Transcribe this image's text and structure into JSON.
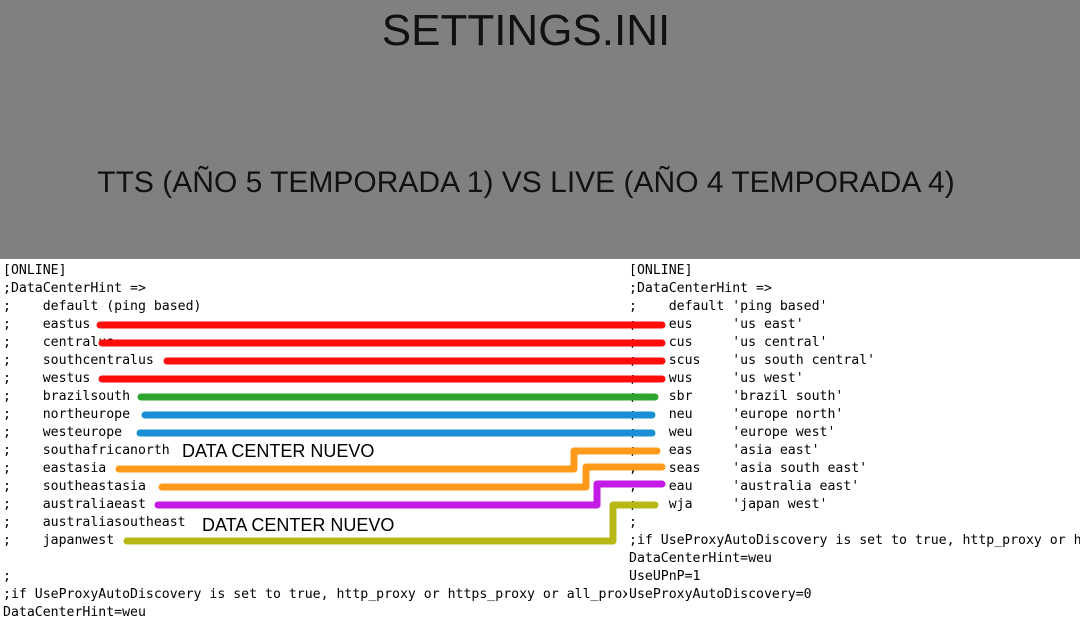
{
  "header": {
    "title": "SETTINGS.INI",
    "subtitle": "TTS (AÑO 5 TEMPORADA 1) VS LIVE (AÑO 4 TEMPORADA 4)"
  },
  "left_file": {
    "lines": [
      "[ONLINE]",
      ";DataCenterHint =>",
      ";    default (ping based)",
      ";    eastus",
      ";    centralus",
      ";    southcentralus",
      ";    westus",
      ";    brazilsouth",
      ";    northeurope",
      ";    westeurope",
      ";    southafricanorth",
      ";    eastasia",
      ";    southeastasia",
      ";    australiaeast",
      ";    australiasoutheast",
      ";    japanwest",
      "",
      ";",
      ";if UseProxyAutoDiscovery is set to true, http_proxy or https_proxy or all_proxy",
      "DataCenterHint=weu"
    ]
  },
  "right_file": {
    "lines": [
      "[ONLINE]",
      ";DataCenterHint =>",
      ";    default 'ping based'",
      ";    eus     'us east'",
      ";    cus     'us central'",
      ";    scus    'us south central'",
      ";    wus     'us west'",
      ";    sbr     'brazil south'",
      ";    neu     'europe north'",
      ";    weu     'europe west'",
      ";    eas     'asia east'",
      ";    seas    'asia south east'",
      ";    eau     'australia east'",
      ";    wja     'japan west'",
      ";",
      ";if UseProxyAutoDiscovery is set to true, http_proxy or https_proxy or all_proxy",
      "DataCenterHint=weu",
      "UseUPnP=1",
      "UseProxyAutoDiscovery=0"
    ]
  },
  "annotations": {
    "new_dc_1": "DATA CENTER NUEVO",
    "new_dc_2": "DATA CENTER NUEVO"
  },
  "connector_colors": {
    "us": "#ff0d0d",
    "brazil": "#2ea62e",
    "europe": "#1a8fd6",
    "asia": "#ff9a1a",
    "australia": "#c41ae6",
    "japan": "#b8b814"
  },
  "connectors": [
    {
      "from": "eastus",
      "to": "eus",
      "group": "us"
    },
    {
      "from": "centralus",
      "to": "cus",
      "group": "us"
    },
    {
      "from": "southcentralus",
      "to": "scus",
      "group": "us"
    },
    {
      "from": "westus",
      "to": "wus",
      "group": "us"
    },
    {
      "from": "brazilsouth",
      "to": "sbr",
      "group": "brazil"
    },
    {
      "from": "northeurope",
      "to": "neu",
      "group": "europe"
    },
    {
      "from": "westeurope",
      "to": "weu",
      "group": "europe"
    },
    {
      "from": "eastasia",
      "to": "eas",
      "group": "asia"
    },
    {
      "from": "southeastasia",
      "to": "seas",
      "group": "asia"
    },
    {
      "from": "australiaeast",
      "to": "eau",
      "group": "australia"
    },
    {
      "from": "japanwest",
      "to": "wja",
      "group": "japan"
    }
  ]
}
